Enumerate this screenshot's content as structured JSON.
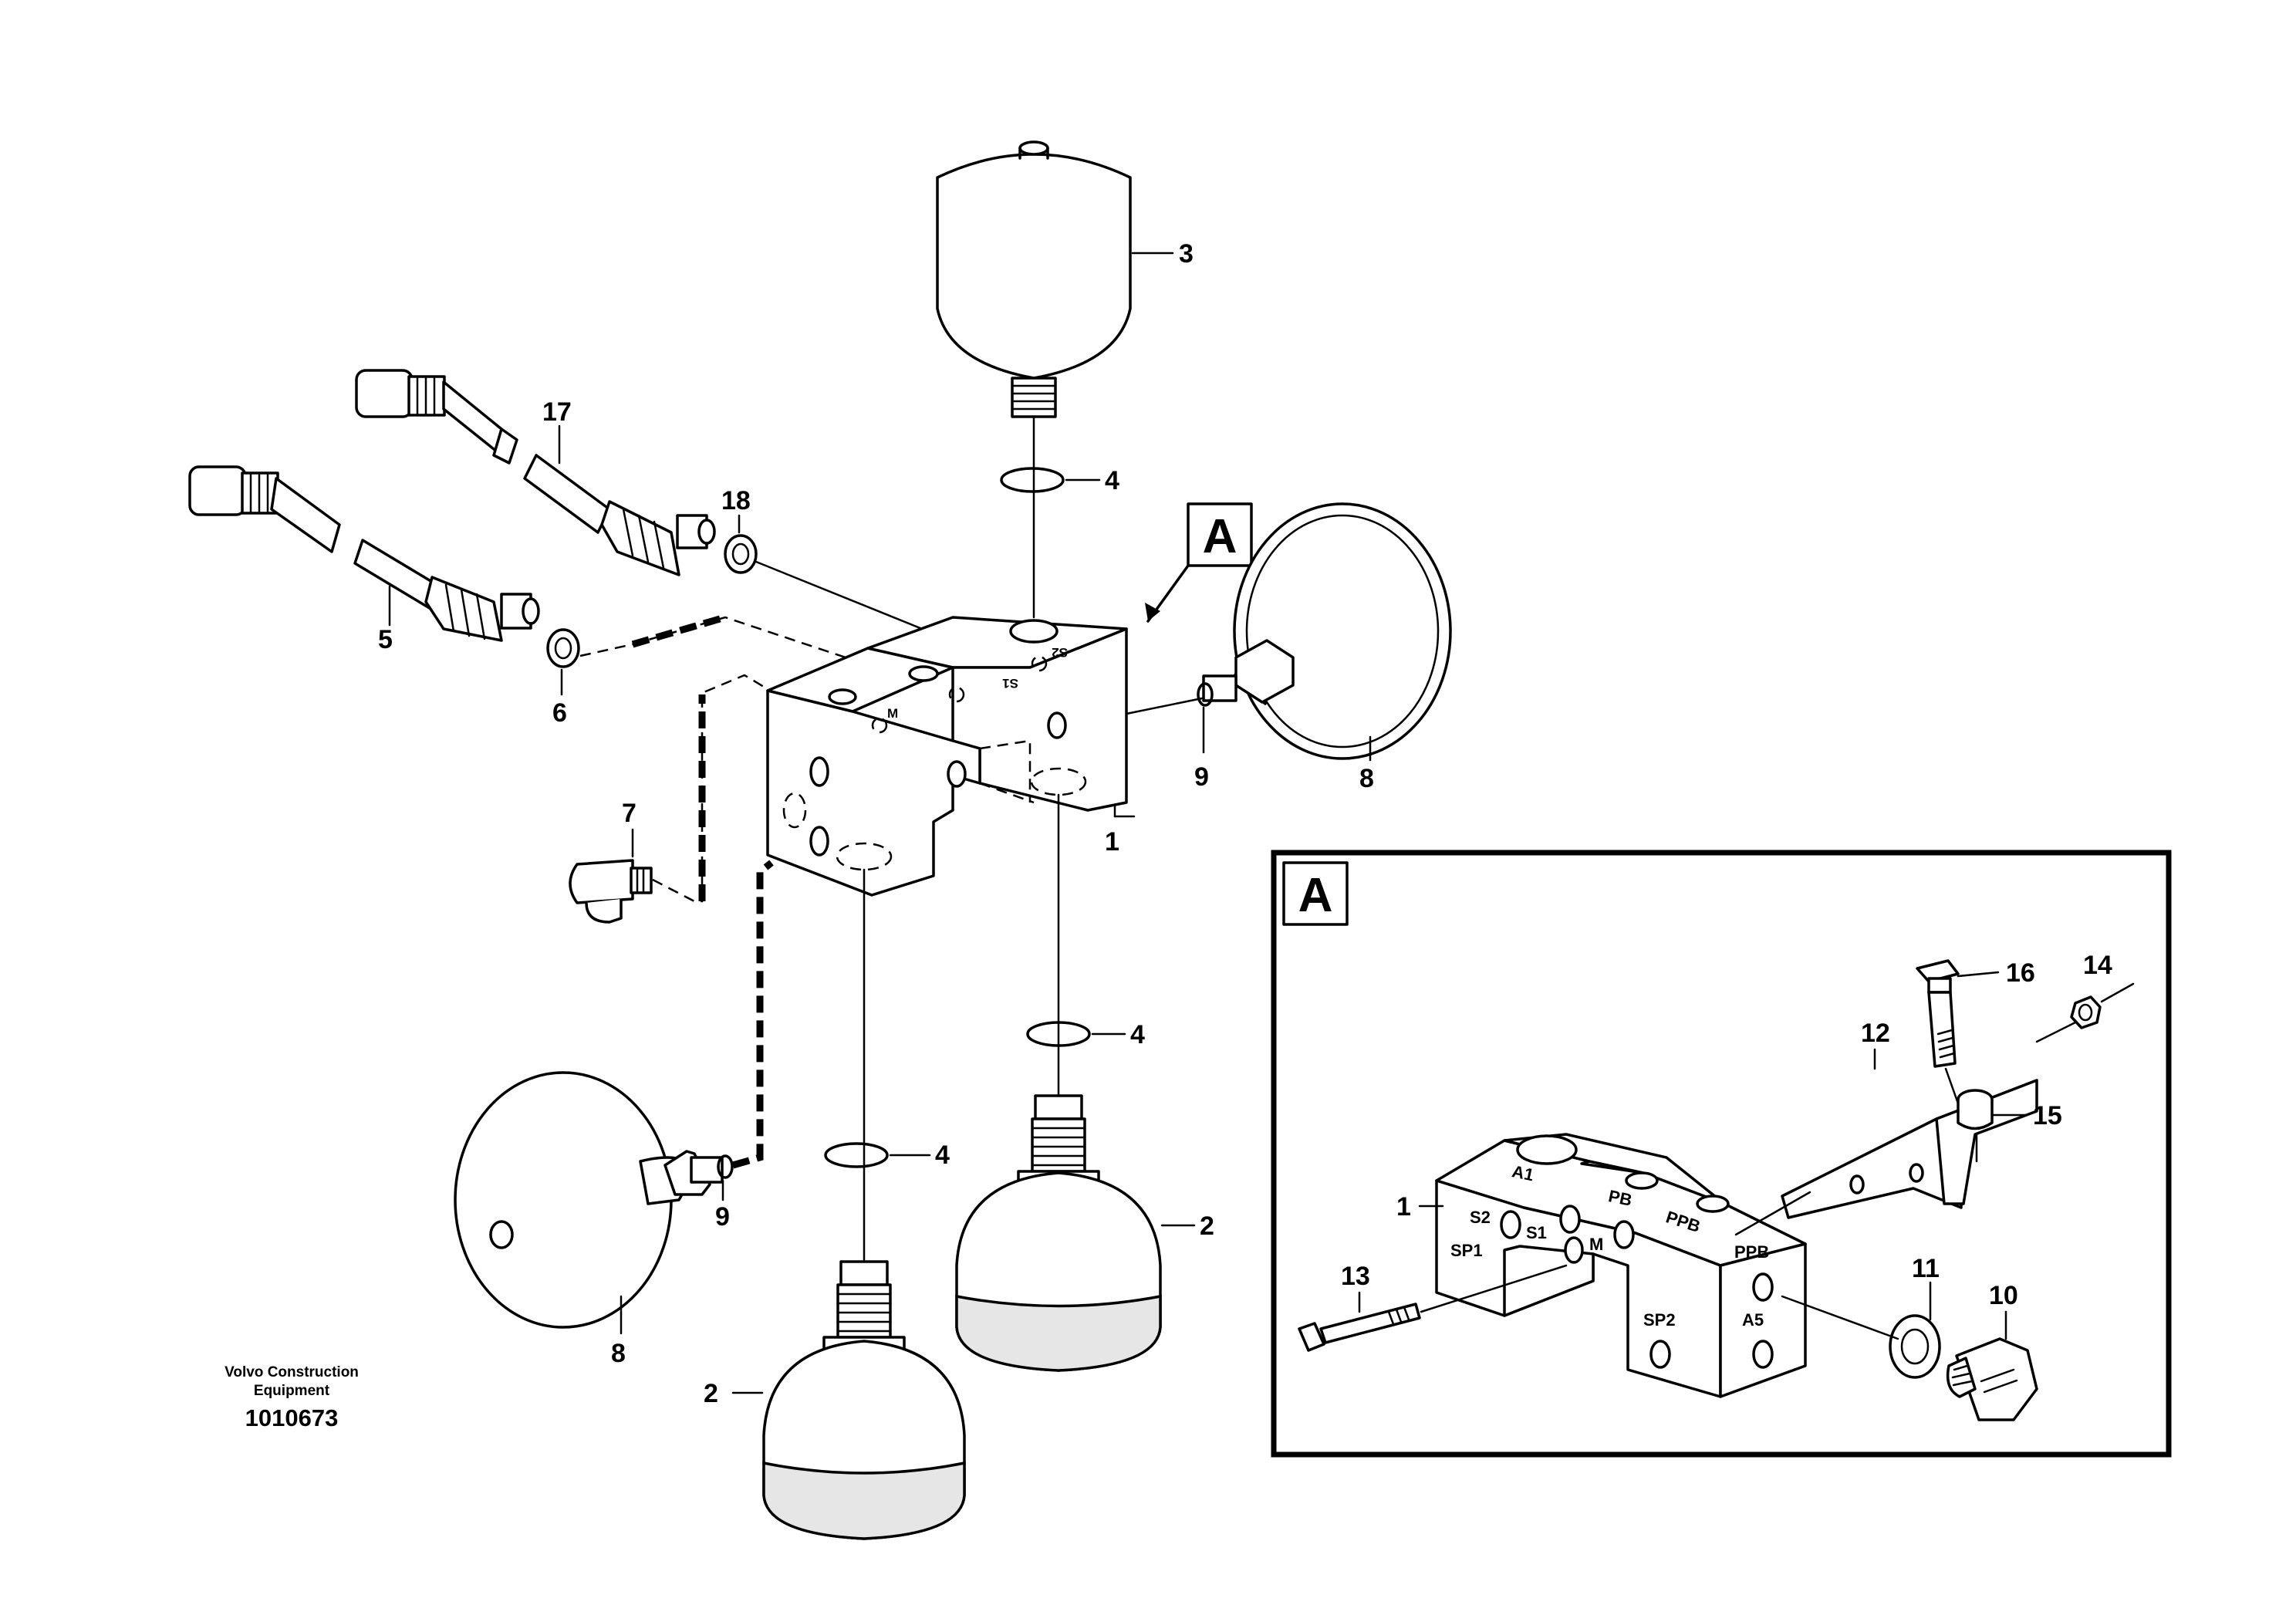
{
  "callouts": {
    "c3": "3",
    "c4a": "4",
    "c4b": "4",
    "c4c": "4",
    "c17": "17",
    "c18": "18",
    "c5": "5",
    "c6": "6",
    "c7": "7",
    "c9a": "9",
    "c9b": "9",
    "c8a": "8",
    "c8b": "8",
    "c1": "1",
    "c2a": "2",
    "c2b": "2"
  },
  "view_marker": "A",
  "main_ports": {
    "m": "M",
    "s1": "S1",
    "s2": "S2"
  },
  "detail": {
    "label": "A",
    "callouts": {
      "c16": "16",
      "c14": "14",
      "c12": "12",
      "c15": "15",
      "c1": "1",
      "c13": "13",
      "c11": "11",
      "c10": "10"
    },
    "ports": {
      "a1": "A1",
      "s2": "S2",
      "s1": "S1",
      "m": "M",
      "pb": "PB",
      "ppb_top": "PPB",
      "sp1": "SP1",
      "ppb_side": "PPB",
      "sp2": "SP2",
      "a5": "A5"
    }
  },
  "footer": {
    "credit_line1": "Volvo Construction",
    "credit_line2": "Equipment",
    "doc_number": "1010673"
  }
}
